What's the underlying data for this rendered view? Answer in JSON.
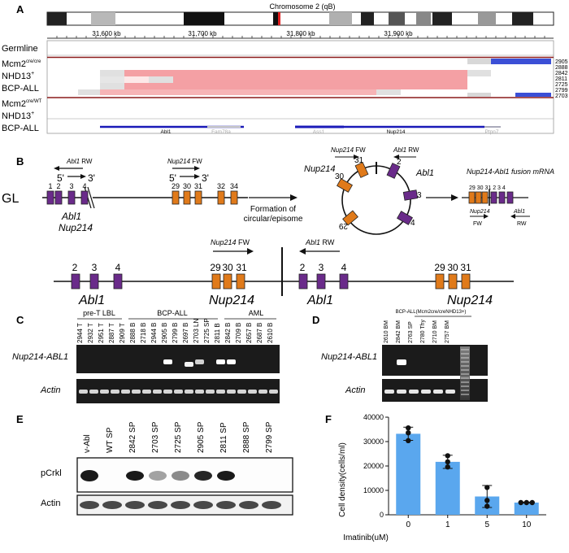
{
  "panels": {
    "A": "A",
    "B": "B",
    "C": "C",
    "D": "D",
    "E": "E",
    "F": "F"
  },
  "panel_a": {
    "chromosome_title": "Chromosome 2 (qB)",
    "scale_labels": [
      "31,600 kb",
      "31,700 kb",
      "31,800 kb",
      "31,900 kb"
    ],
    "germline": "Germline",
    "group1": {
      "mcm2": "Mcm2",
      "mcm2_sup": "cre/cre",
      "nhd13": "NHD13",
      "nhd13_sup": "+",
      "bcp": "BCP-ALL"
    },
    "group2": {
      "mcm2": "Mcm2",
      "mcm2_sup": "cre/WT",
      "nhd13": "NHD13",
      "nhd13_sup": "+",
      "bcp": "BCP-ALL"
    },
    "sample_ids": [
      "2905",
      "2888",
      "2842",
      "2811",
      "2725",
      "2799",
      "2703"
    ],
    "genes": [
      "Abl1",
      "Fam78a",
      "Ass1",
      "Nup214",
      "Ptpn7"
    ],
    "colors": {
      "loss": "#f4a0a4",
      "partial": "#d8d8d8",
      "gain": "#3b4fd6",
      "gene": "#1a1ab8"
    }
  },
  "panel_b": {
    "gl": "GL",
    "abl1_rw": "Abl1 RW",
    "abl1_rw_gene": "Abl1",
    "abl1_rw_suffix": " RW",
    "nup_fw_gene": "Nup214",
    "nup_fw_suffix": " FW",
    "five_prime": "5'",
    "three_prime": "3'",
    "abl1_exons": [
      "1",
      "2",
      "3",
      "4"
    ],
    "nup_exons": [
      "29",
      "30",
      "31",
      "32",
      "34"
    ],
    "abl1": "Abl1",
    "nup214": "Nup214",
    "process": "Formation of circular/episome",
    "process_line1": "Formation of",
    "process_line2": "circular/episome",
    "circle_exons": [
      "30",
      "31",
      "2",
      "3",
      "4",
      "29"
    ],
    "fusion_title": "Nup214-Abl1 fusion mRNA",
    "fusion_exons": "29 30 31 2   3  4",
    "fw": "FW",
    "rw": "RW",
    "lower_exons_a": [
      "2",
      "3",
      "4"
    ],
    "lower_exons_n": [
      "29",
      "30",
      "31"
    ]
  },
  "panel_c": {
    "groups": [
      "pre-T LBL",
      "BCP-ALL",
      "AML"
    ],
    "lanes": [
      "2944 T",
      "2932 T",
      "2951 T",
      "2887 T",
      "2909 T",
      "2888 B",
      "2718 B",
      "2944 B",
      "2905 B",
      "2799 B",
      "2697 B",
      "2703 LN",
      "2725 SP",
      "2811 B",
      "2842 B",
      "2709 B",
      "2657 B",
      "2687 B",
      "2610 B"
    ],
    "row1": "Nup214-ABL1",
    "row2": "Actin"
  },
  "panel_d": {
    "header": "BCP-ALL(Mcm2cre/creNHD13+)",
    "lanes": [
      "2610 BM",
      "2842 BM",
      "2763 SP",
      "2780 Thy",
      "2710 BM",
      "2757 BM"
    ],
    "row1": "Nup214-ABL1",
    "row2": "Actin"
  },
  "panel_e": {
    "lanes": [
      "v-Abl",
      "WT SP",
      "2842 SP",
      "2703 SP",
      "2725 SP",
      "2905 SP",
      "2811 SP",
      "2888 SP",
      "2799 SP"
    ],
    "row1": "pCrkl",
    "row2": "Actin"
  },
  "panel_f": {
    "chart_data": {
      "type": "bar",
      "categories": [
        "0",
        "1",
        "5",
        "10"
      ],
      "values": [
        33200,
        21700,
        7500,
        5000
      ],
      "errors": [
        2700,
        2700,
        4500,
        200
      ],
      "points": [
        [
          35600,
          33600,
          30400
        ],
        [
          24200,
          21700,
          19600
        ],
        [
          11200,
          5900,
          3500
        ],
        [
          5000,
          5000,
          5000
        ]
      ],
      "xlabel": "Imatinib(uM)",
      "ylabel": "Cell density(cells/ml)",
      "yticks": [
        "0",
        "10000",
        "20000",
        "30000",
        "40000"
      ],
      "ylim": [
        0,
        40000
      ],
      "bar_color": "#5aa7ee"
    }
  }
}
